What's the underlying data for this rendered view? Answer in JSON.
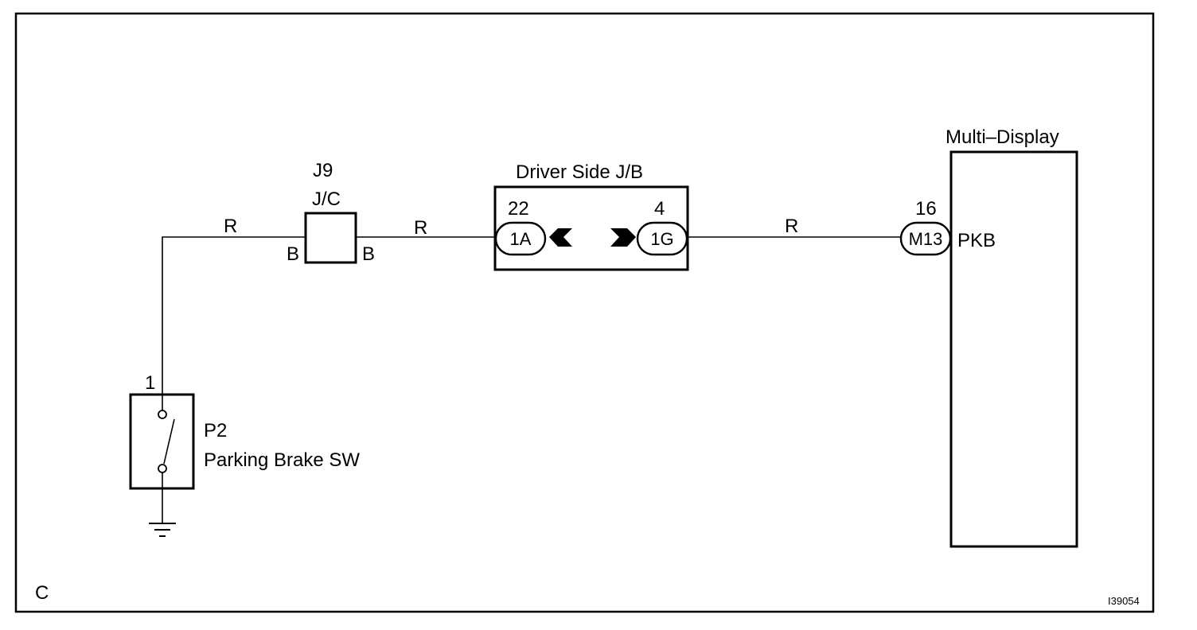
{
  "diagram": {
    "corner_label": "C",
    "figure_id": "I39054",
    "components": {
      "junction_connector": {
        "id": "J9",
        "name": "J/C",
        "pin_left": "B",
        "pin_right": "B"
      },
      "junction_block": {
        "name": "Driver Side J/B",
        "left_connector": "1A",
        "left_pin": "22",
        "right_connector": "1G",
        "right_pin": "4"
      },
      "multi_display": {
        "name": "Multi–Display",
        "connector": "M13",
        "pin": "16",
        "terminal": "PKB"
      },
      "parking_brake_switch": {
        "id": "P2",
        "name": "Parking Brake SW",
        "pin": "1"
      }
    },
    "wires": [
      {
        "from": "P2-1",
        "to": "J9",
        "color": "R"
      },
      {
        "from": "J9",
        "to": "1A-22",
        "color": "R"
      },
      {
        "from": "1G-4",
        "to": "M13-16",
        "color": "R"
      }
    ]
  }
}
